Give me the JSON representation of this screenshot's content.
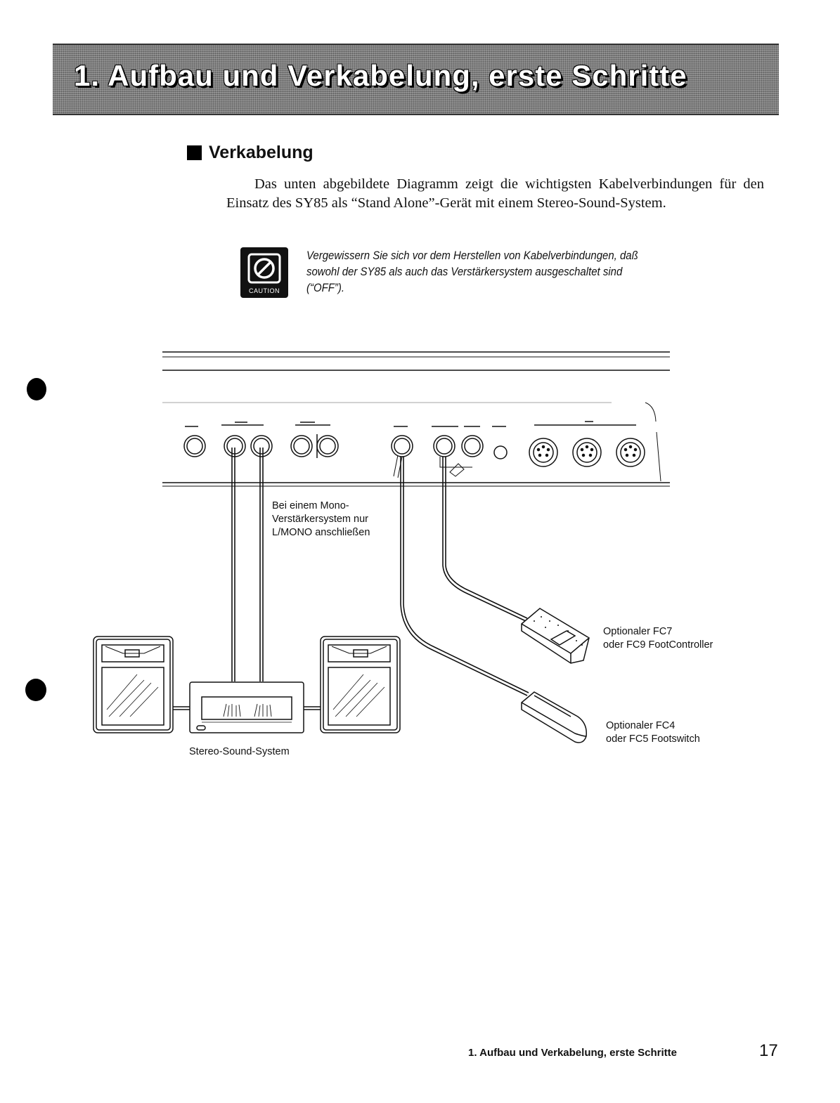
{
  "header": {
    "title": "1. Aufbau und Verkabelung, erste Schritte"
  },
  "section": {
    "heading": "Verkabelung",
    "intro": "Das unten abgebildete Diagramm zeigt die wichtigsten Kabelverbindungen für den Einsatz des SY85 als “Stand Alone”-Gerät mit einem Stereo-Sound-System."
  },
  "caution": {
    "icon_label": "CAUTION",
    "text": "Vergewissern Sie sich vor dem Herstellen von Kabelverbindungen, daß sowohl der SY85 als auch das Verstärkersystem ausgeschaltet sind (“OFF”)."
  },
  "diagram": {
    "mono_note_line1": "Bei einem Mono-",
    "mono_note_line2": "Verstärkersystem nur",
    "mono_note_line3": "L/MONO anschließen",
    "fc7_line1": "Optionaler FC7",
    "fc7_line2": "oder FC9 FootController",
    "fc4_line1": "Optionaler FC4",
    "fc4_line2": "oder FC5 Footswitch",
    "stereo_label": "Stereo-Sound-System"
  },
  "footer": {
    "title": "1. Aufbau und Verkabelung, erste Schritte",
    "page_number": "17"
  }
}
